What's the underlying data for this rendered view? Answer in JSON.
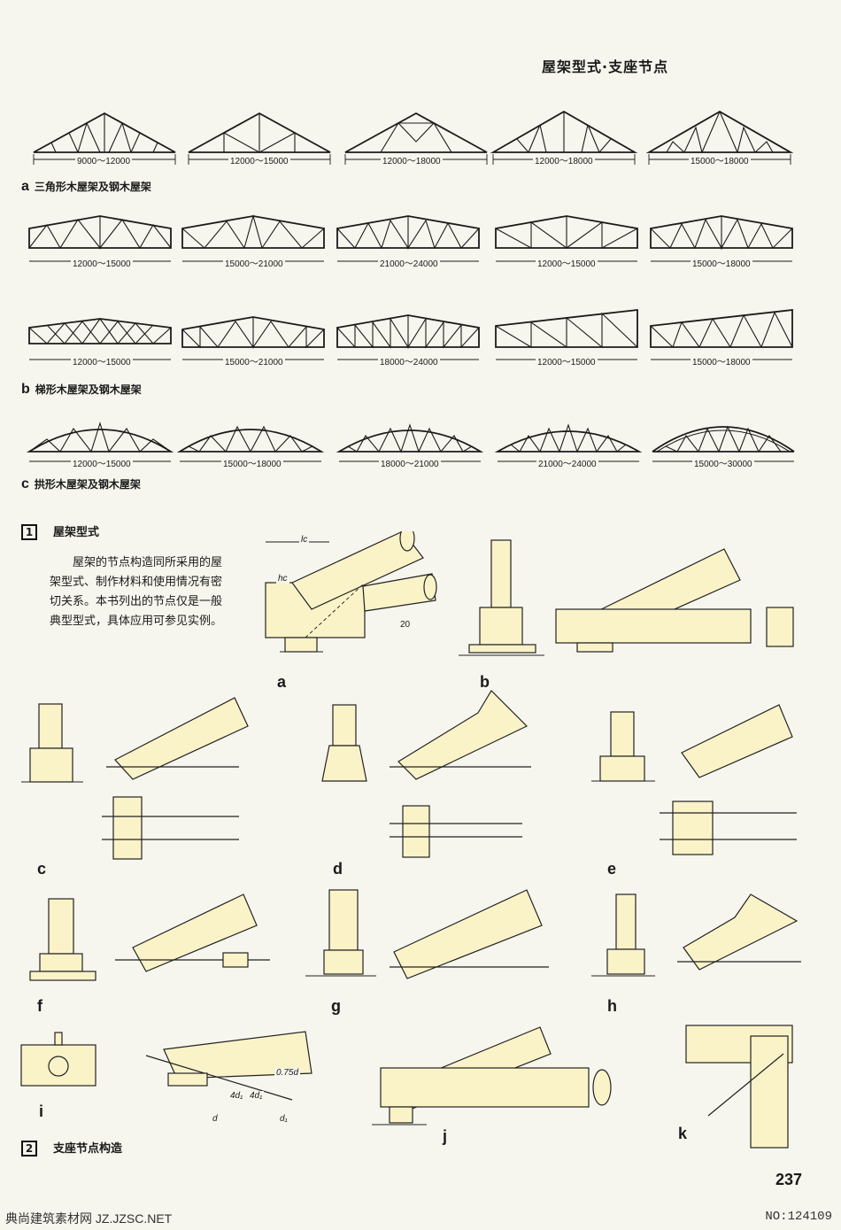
{
  "header": "屋架型式·支座节点",
  "section_a": {
    "letter": "a",
    "label": "三角形木屋架及钢木屋架",
    "spans": [
      "9000～12000",
      "12000～15000",
      "12000～18000",
      "12000～18000",
      "15000～18000"
    ]
  },
  "section_b": {
    "letter": "b",
    "label": "梯形木屋架及钢木屋架",
    "row1_spans": [
      "12000～15000",
      "15000～21000",
      "21000～24000",
      "12000～15000",
      "15000～18000"
    ],
    "row2_spans": [
      "12000～15000",
      "15000～21000",
      "18000～24000",
      "12000～15000",
      "15000～18000"
    ]
  },
  "section_c": {
    "letter": "c",
    "label": "拱形木屋架及钢木屋架",
    "spans": [
      "12000～15000",
      "15000～18000",
      "18000～21000",
      "21000～24000",
      "15000～30000"
    ]
  },
  "part1": {
    "number": "1",
    "title": "屋架型式",
    "paragraph": "屋架的节点构造同所采用的屋架型式、制作材料和使用情况有密切关系。本书列出的节点仅是一般典型型式，具体应用可参见实例。"
  },
  "part2": {
    "number": "2",
    "title": "支座节点构造"
  },
  "figure_letters": [
    "a",
    "b",
    "c",
    "d",
    "e",
    "f",
    "g",
    "h",
    "i",
    "j",
    "k"
  ],
  "annotations": {
    "lc": "lc",
    "hc": "hc",
    "dim_20": "20",
    "dim_075d": "0.75d",
    "dim_4d1": "4d₁",
    "dim_d": "d",
    "dim_d1": "d₁"
  },
  "page_number": "237",
  "footer": {
    "left": "典尚建筑素材网 JZ.JZSC.NET",
    "right": "NO:124109"
  }
}
